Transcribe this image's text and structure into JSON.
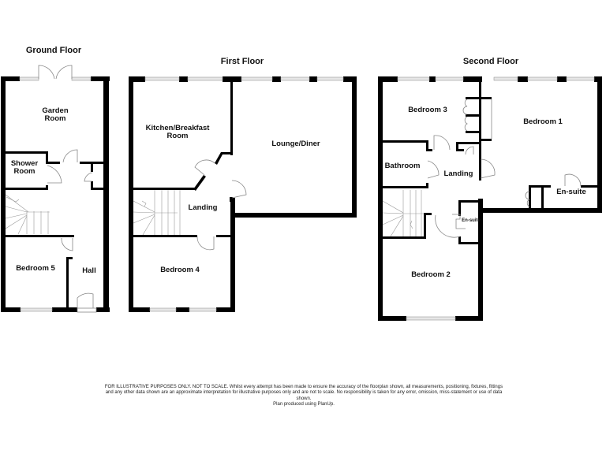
{
  "floors": {
    "ground": {
      "title": "Ground Floor",
      "rooms": {
        "garden_room_line1": "Garden",
        "garden_room_line2": "Room",
        "shower_room_line1": "Shower",
        "shower_room_line2": "Room",
        "bedroom5": "Bedroom 5",
        "hall": "Hall"
      }
    },
    "first": {
      "title": "First Floor",
      "rooms": {
        "kitchen_line1": "Kitchen/Breakfast",
        "kitchen_line2": "Room",
        "lounge": "Lounge/Diner",
        "landing": "Landing",
        "bedroom4": "Bedroom 4"
      }
    },
    "second": {
      "title": "Second Floor",
      "rooms": {
        "bedroom3": "Bedroom 3",
        "bedroom1": "Bedroom 1",
        "bathroom": "Bathroom",
        "landing": "Landing",
        "ensuite_main": "En-suite",
        "ensuite_small": "En-suite",
        "bedroom2": "Bedroom 2"
      }
    }
  },
  "disclaimer": {
    "line1": "FOR ILLUSTRATIVE PURPOSES ONLY. NOT TO SCALE.  Whilst every attempt has been made to ensure the accuracy of the floorplan shown, all measurements, positioning, fixtures, fittings",
    "line2": "and any other data shown are an approximate interpretation for illustrative purposes only and are not to scale. No responsibility is taken for any error, omission, miss-statement or use of data",
    "line3": "shown.",
    "line4": "Plan produced using PlanUp."
  },
  "colors": {
    "wall": "#000000",
    "thin_line": "#888888",
    "window": "#d8d8d8",
    "background": "#ffffff"
  }
}
